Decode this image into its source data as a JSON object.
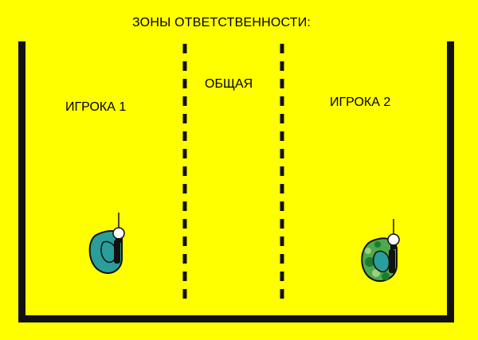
{
  "title": "ЗОНЫ ОТВЕТСТВЕННОСТИ:",
  "zones": {
    "player1": "ИГРОКА 1",
    "shared": "ОБЩАЯ",
    "player2": "ИГРОКА 2"
  },
  "colors": {
    "background": "#ffff00",
    "lines": "#111111",
    "player1_body": "#2a9e9a",
    "player2_camo_base": "#4caa4c",
    "player2_camo_dark": "#1f7a2e",
    "player2_camo_light": "#9bd27a",
    "head": "#2a9e9a",
    "light": "#ffffff"
  },
  "icons": {
    "player1": "player-top-view-icon",
    "player2": "camo-player-top-view-icon"
  }
}
